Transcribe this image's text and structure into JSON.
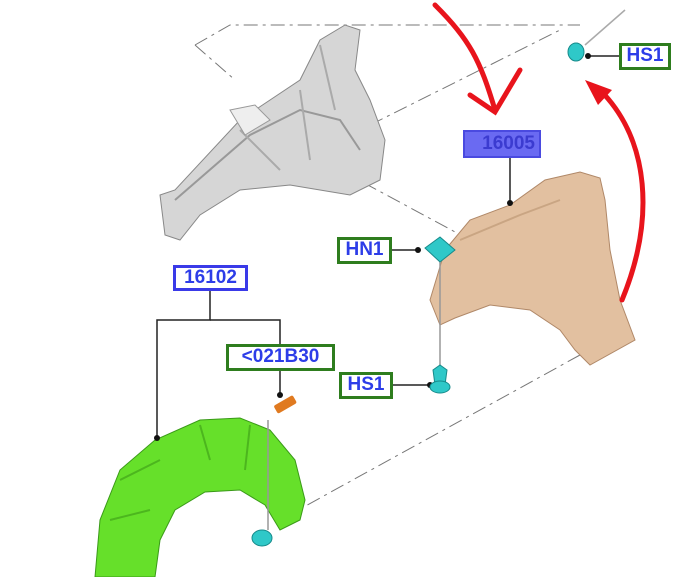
{
  "callouts": {
    "hs1_top": "HS1",
    "part_16005": "16005",
    "hn1": "HN1",
    "part_16102": "16102",
    "part_021b30": "<021B30",
    "hs1_bottom": "HS1"
  },
  "colors": {
    "fastener_label_border": "#2e7d1e",
    "part_label_border": "#3a3ae8",
    "highlight": "#6a6af2",
    "annotation_arrow": "#e8141c",
    "fender": "#e2c0a0",
    "wheel_liner": "#66e02a",
    "fastener": "#2fc8c8"
  }
}
